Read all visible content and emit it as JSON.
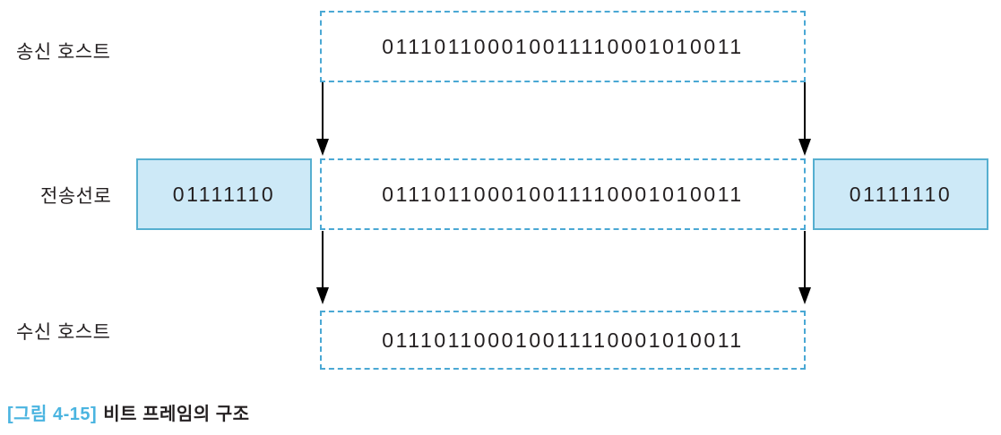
{
  "figure": {
    "caption_number": "[그림 4-15]",
    "caption_title": "비트 프레임의 구조"
  },
  "colors": {
    "dashed_border": "#4aa8d4",
    "flag_fill": "#cde9f7",
    "flag_border": "#56afd0",
    "caption_accent": "#4ab4e0",
    "text": "#231f20",
    "arrow": "#000000"
  },
  "rows": [
    {
      "label": "송신 호스트",
      "frame_bits": "011101100010011110001010011"
    },
    {
      "label": "전송선로",
      "frame_bits": "011101100010011110001010011",
      "flag_left": "01111110",
      "flag_right": "01111110"
    },
    {
      "label": "수신 호스트",
      "frame_bits": "011101100010011110001010011"
    }
  ],
  "arrows": [
    {
      "name": "arrow-send-to-line-left",
      "direction": "down"
    },
    {
      "name": "arrow-send-to-line-right",
      "direction": "down"
    },
    {
      "name": "arrow-line-to-recv-left",
      "direction": "down"
    },
    {
      "name": "arrow-line-to-recv-right",
      "direction": "down"
    }
  ]
}
